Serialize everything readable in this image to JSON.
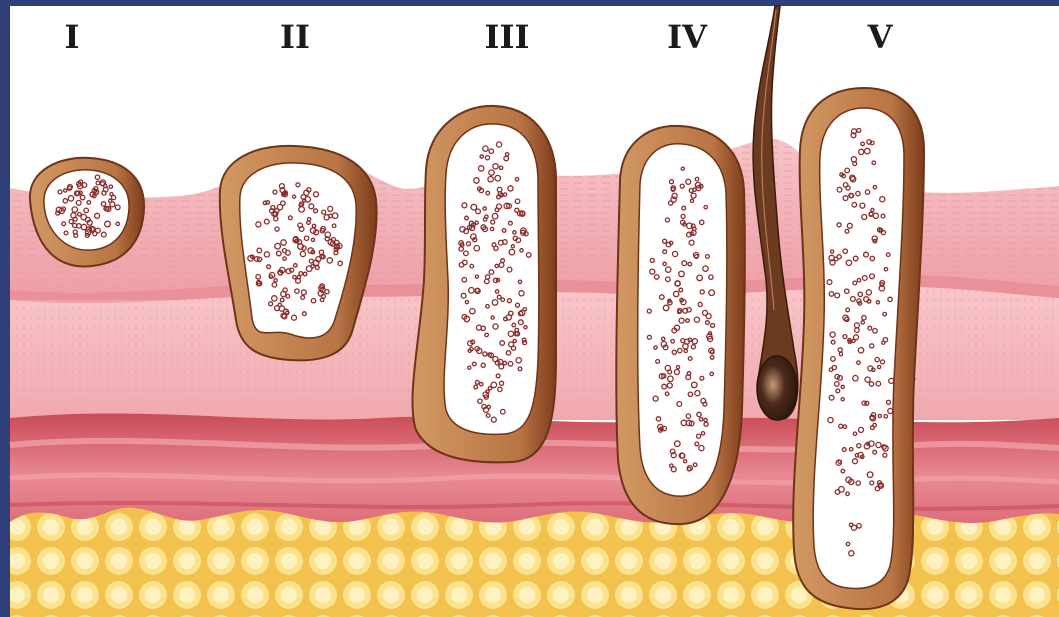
{
  "stages": [
    {
      "label": "I"
    },
    {
      "label": "II"
    },
    {
      "label": "III"
    },
    {
      "label": "IV"
    },
    {
      "label": "V"
    }
  ],
  "colors": {
    "background_frame": "#2e3f7a",
    "sky": "#ffffff",
    "skin_top": "#f2b2b8",
    "dermis": "#f5bcc0",
    "deep_dermis": "#e0707a",
    "fat": "#f6d060",
    "gland_outer": "#c98a55",
    "gland_dark": "#7a3b1e",
    "gland_inner": "#ffffff",
    "sebocyte_dots": "#8b2c2c",
    "hair": "#5a2e18"
  }
}
